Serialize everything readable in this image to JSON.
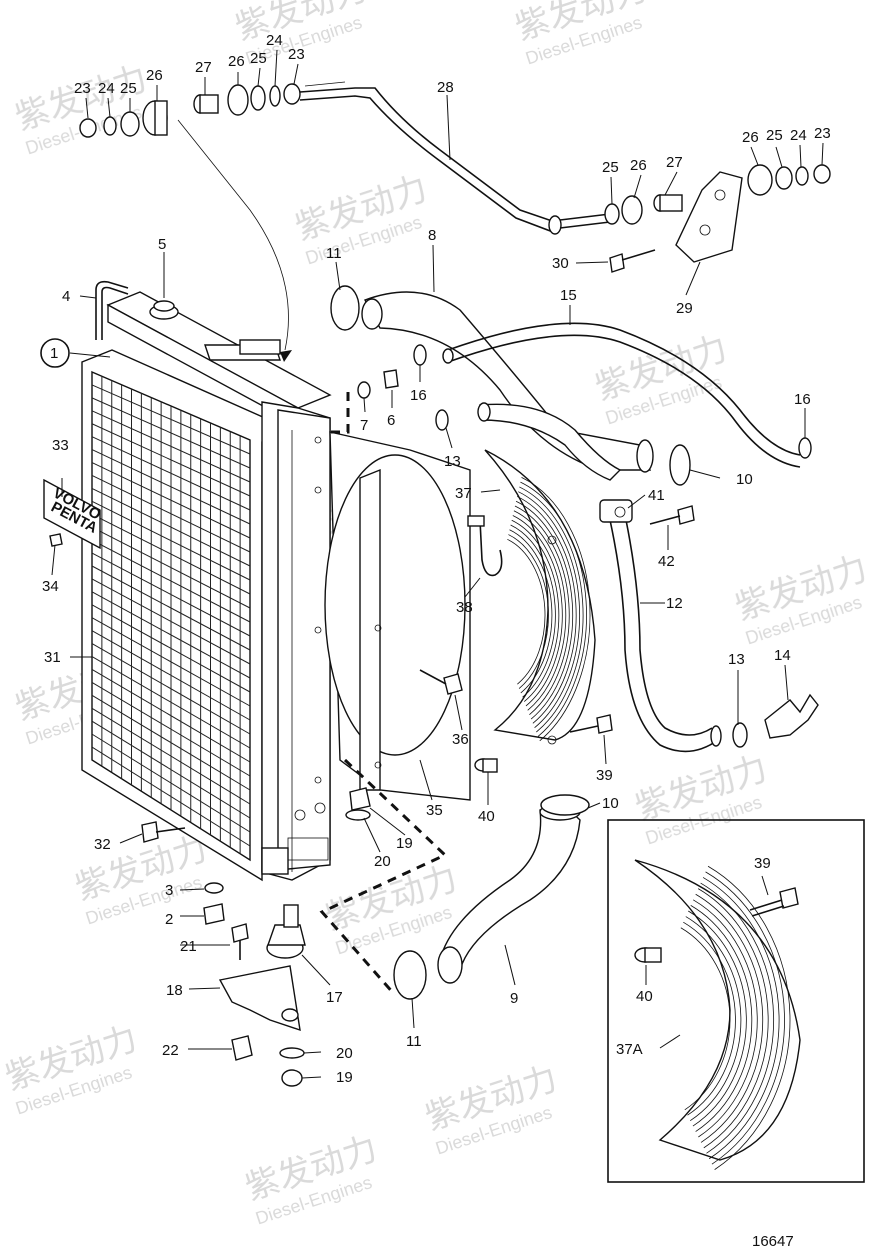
{
  "watermark": {
    "brand": "紫发动力",
    "sub": "Diesel-Engines",
    "color": "#d6d6d6"
  },
  "badge": {
    "line1": "VOLVO",
    "line2": "PENTA"
  },
  "drawing_number": "16647",
  "part_labels": {
    "p1": "1",
    "p2": "2",
    "p3": "3",
    "p4": "4",
    "p5": "5",
    "p6": "6",
    "p7": "7",
    "p8": "8",
    "p9": "9",
    "p10": "10",
    "p11": "11",
    "p12": "12",
    "p13": "13",
    "p14": "14",
    "p15": "15",
    "p16": "16",
    "p17": "17",
    "p18": "18",
    "p19": "19",
    "p20": "20",
    "p21": "21",
    "p22": "22",
    "p23": "23",
    "p24": "24",
    "p25": "25",
    "p26": "26",
    "p27": "27",
    "p28": "28",
    "p29": "29",
    "p30": "30",
    "p31": "31",
    "p32": "32",
    "p33": "33",
    "p34": "34",
    "p35": "35",
    "p36": "36",
    "p37": "37",
    "p37a": "37A",
    "p38": "38",
    "p39": "39",
    "p40": "40",
    "p41": "41",
    "p42": "42"
  }
}
